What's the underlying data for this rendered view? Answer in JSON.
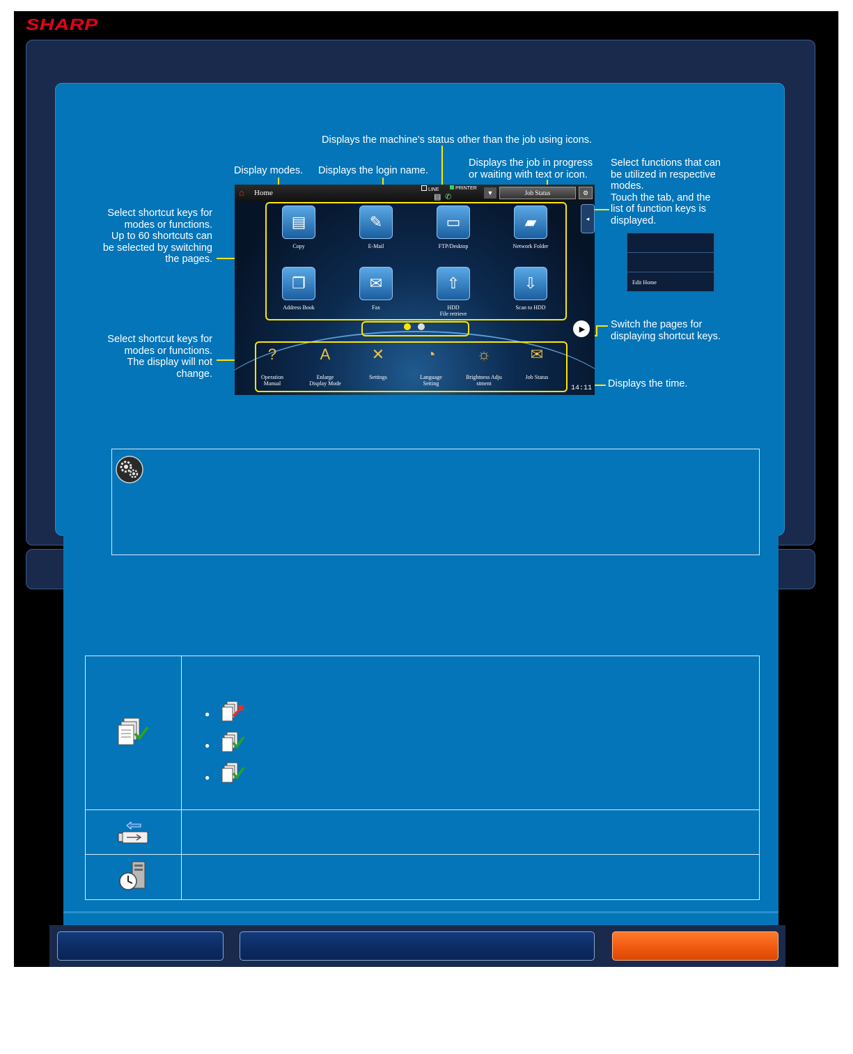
{
  "brand": {
    "logo_text": "SHARP",
    "color": "#e4001b"
  },
  "colors": {
    "frame": "#000000",
    "panel": "#1a2a4c",
    "content": "#0375b8",
    "highlight": "#ffe600",
    "nav_orange": "#f05a10"
  },
  "annotations": {
    "status_icons": "Displays the machine's status other than the job using icons.",
    "display_modes": "Display modes.",
    "login_name": "Displays the login name.",
    "job_progress_1": "Displays the job in progress",
    "job_progress_2": "or waiting with text or icon.",
    "select_functions": [
      "Select functions that can",
      "be utilized in respective",
      "modes.",
      "Touch the tab, and the",
      "list of function keys is",
      "displayed."
    ],
    "shortcut_top": [
      "Select shortcut keys for",
      "modes or functions.",
      "Up to 60 shortcuts can",
      "be selected by switching",
      "the pages."
    ],
    "shortcut_bottom": [
      "Select shortcut keys for",
      "modes or functions.",
      "The display will not",
      "change."
    ],
    "switch_pages": [
      "Switch the pages for",
      "displaying shortcut keys."
    ],
    "time": "Displays the time."
  },
  "screen": {
    "home_label": "Home",
    "status_line": "LINE",
    "status_printer": "PRINTER",
    "job_status_button": "Job Status",
    "shortcuts": [
      {
        "label": "Copy",
        "icon": "copy-icon"
      },
      {
        "label": "E-Mail",
        "icon": "email-icon"
      },
      {
        "label": "FTP/Desktop",
        "icon": "monitor-icon"
      },
      {
        "label": "Network Folder",
        "icon": "folder-icon"
      },
      {
        "label": "Address Book",
        "icon": "book-icon"
      },
      {
        "label": "Fax",
        "icon": "fax-icon"
      },
      {
        "label": "HDD\nFile retrieve",
        "icon": "hdd-retrieve-icon"
      },
      {
        "label": "Scan to HDD",
        "icon": "scan-hdd-icon"
      }
    ],
    "fixed_keys": [
      {
        "label": "Operation\nManual",
        "icon": "manual-icon"
      },
      {
        "label": "Enlarge\nDisplay Mode",
        "icon": "enlarge-icon"
      },
      {
        "label": "Settings",
        "icon": "wrench-icon"
      },
      {
        "label": "Language\nSetting",
        "icon": "language-icon"
      },
      {
        "label": "Brightness  Adju\nstment",
        "icon": "brightness-icon"
      },
      {
        "label": "Job Status",
        "icon": "job-status-icon"
      }
    ],
    "time": "14:11",
    "function_list": [
      "",
      "",
      "Edit Home"
    ]
  },
  "table": {
    "rows": [
      {
        "icon": "job-status-icon",
        "bullets": [
          "job-sending-icon",
          "job-complete-icon",
          "job-complete-icon"
        ]
      },
      {
        "icon": "usb-memory-icon"
      },
      {
        "icon": "scheduled-job-icon"
      }
    ]
  },
  "nav": {
    "buttons": [
      "",
      "",
      ""
    ]
  }
}
